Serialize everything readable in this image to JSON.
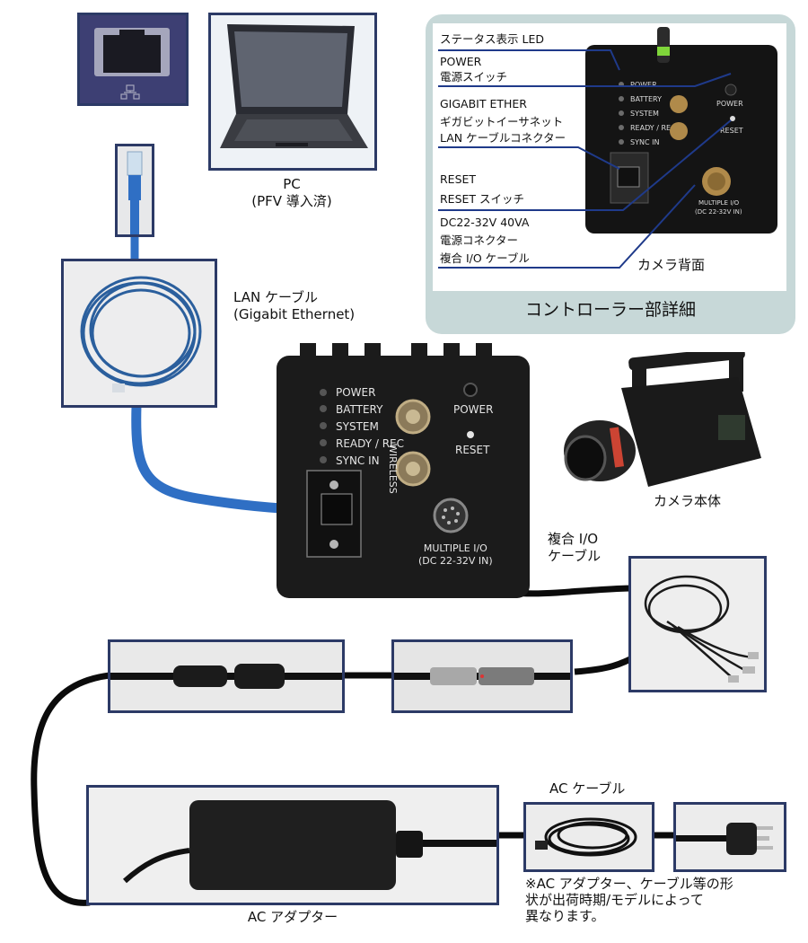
{
  "colors": {
    "frame": "#2c3a66",
    "lan_cable": "#2f6fc4",
    "black_cable": "#0b0b0b",
    "panel_bg": "#c7d8d8",
    "leader_line": "#1f3a8a"
  },
  "pc": {
    "title": "PC",
    "subtitle": "(PFV 導入済)"
  },
  "lan_cable": {
    "label_line1": "LAN ケーブル",
    "label_line2": "(Gigabit Ethernet)"
  },
  "camera": {
    "leds": [
      "POWER",
      "BATTERY",
      "SYSTEM",
      "READY / REC",
      "SYNC IN"
    ],
    "wireless": "WIRELESS",
    "power": "POWER",
    "reset": "RESET",
    "multi_io_line1": "MULTIPLE I/O",
    "multi_io_line2": "(DC 22-32V IN)"
  },
  "controller_detail": {
    "title": "コントローラー部詳細",
    "back_label": "カメラ背面",
    "callouts": {
      "status_led": "ステータス表示 LED",
      "power_1": "POWER",
      "power_2": "電源スイッチ",
      "gige_1": "GIGABIT ETHER",
      "gige_2": "ギガビットイーサネット",
      "gige_3": "LAN ケーブルコネクター",
      "reset_1": "RESET",
      "reset_2": "RESET スイッチ",
      "dc_1": "DC22-32V 40VA",
      "dc_2": "電源コネクター",
      "dc_3": "複合 I/O ケーブル"
    }
  },
  "camera_body_label": "カメラ本体",
  "io_cable": {
    "line1": "複合 I/O",
    "line2": "ケーブル"
  },
  "ac_cable": {
    "label": "AC ケーブル"
  },
  "ac_adapter": {
    "label": "AC アダプター"
  },
  "note": {
    "line1": "※AC アダプター、ケーブル等の形",
    "line2": "状が出荷時期/モデルによって",
    "line3": "異なります。"
  }
}
